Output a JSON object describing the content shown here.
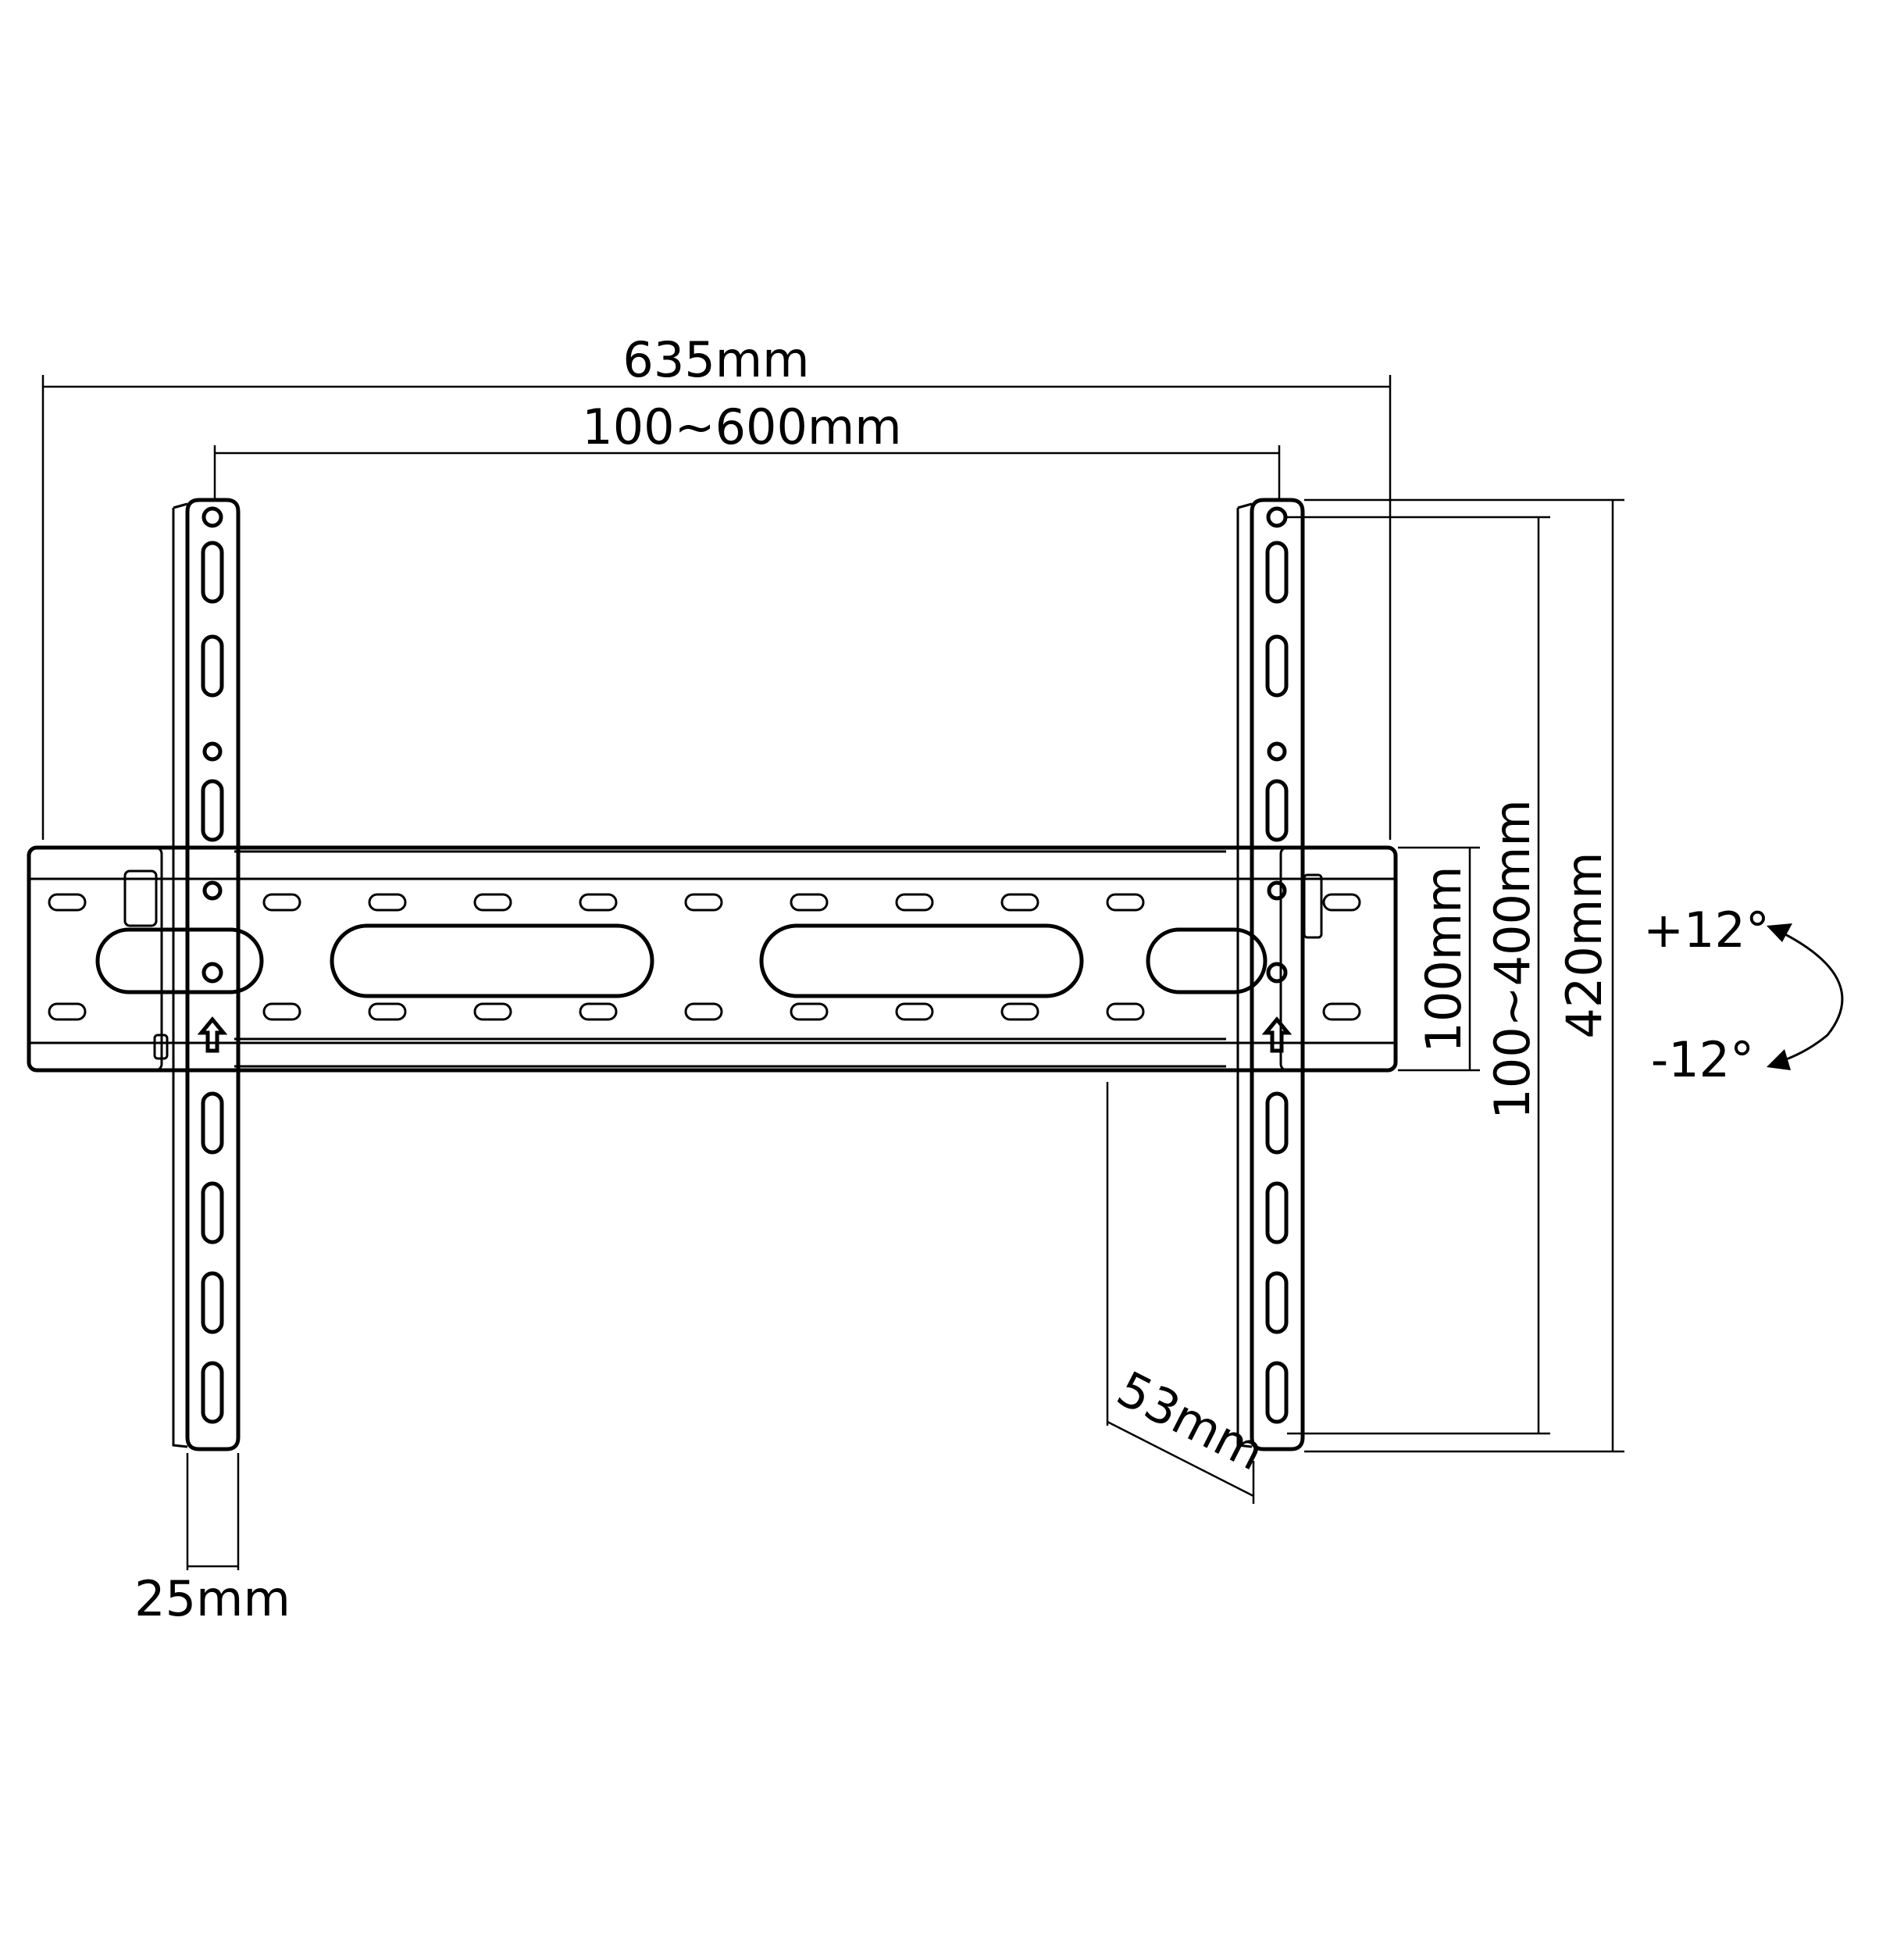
{
  "diagram": {
    "labels": {
      "overall_width": "635mm",
      "vesa_horizontal": "100~600mm",
      "rail_height": "100mm",
      "vesa_vertical": "100~400mm",
      "overall_height": "420mm",
      "tilt_up": "+12°",
      "tilt_down": "-12°",
      "depth": "53mm",
      "arm_width": "25mm"
    },
    "icons": [
      "up-arrow-icon",
      "tilt-arc-arrow-icon"
    ],
    "colors": {
      "line": "#000000",
      "background": "#ffffff"
    }
  }
}
